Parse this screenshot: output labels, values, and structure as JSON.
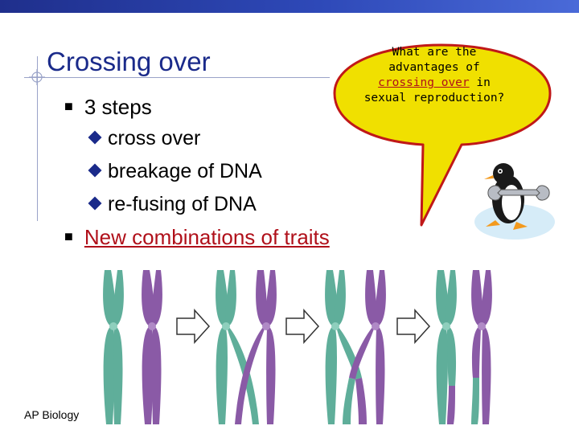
{
  "slide": {
    "title": "Crossing over",
    "bullet_steps": "3 steps",
    "sub_bullets": [
      "cross over",
      "breakage of DNA",
      "re-fusing of DNA"
    ],
    "bullet_new": "New combinations of traits",
    "bubble_text": {
      "line1": "What are the",
      "line2": "advantages of",
      "line3_link": "crossing over",
      "line3_tail": " in",
      "line4": "sexual reproduction?"
    },
    "footer": "AP Biology"
  },
  "colors": {
    "title": "#1a2a8a",
    "link": "#b0101a",
    "bubble_fill": "#f0e000",
    "bubble_outline": "#c01818",
    "chromatid_green": "#5fae9a",
    "chromatid_purple": "#8a5aa6"
  }
}
